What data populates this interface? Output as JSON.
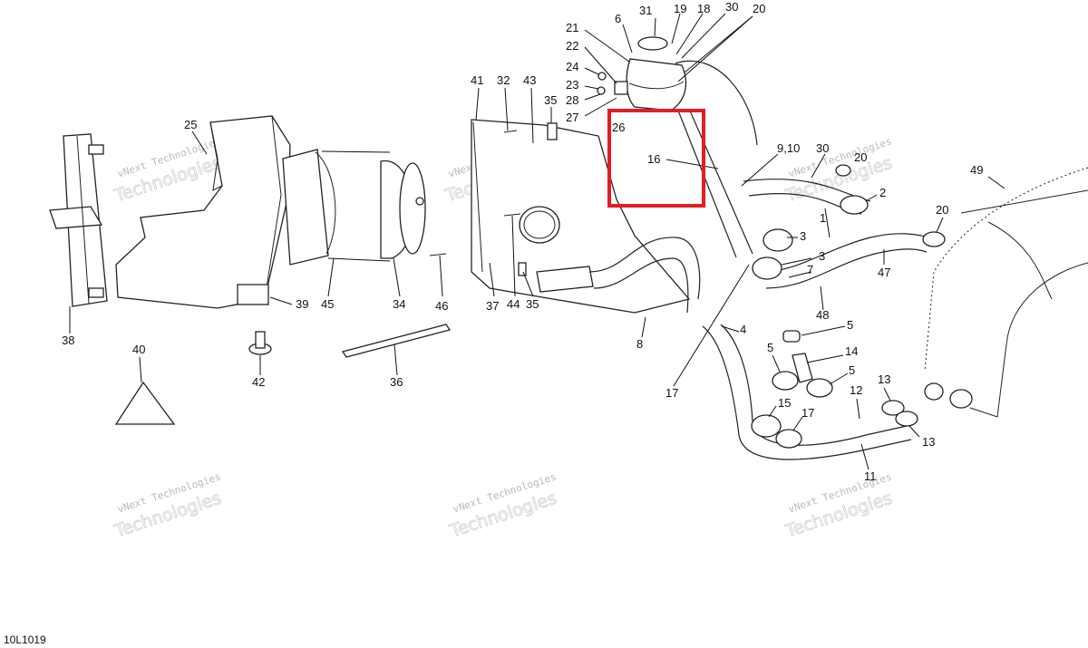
{
  "diagram": {
    "reference_code": "10L1019",
    "watermark": {
      "line1": "vNext Technologies",
      "line2": "Technologies"
    },
    "callouts": [
      {
        "id": "c31",
        "label": "31"
      },
      {
        "id": "c19",
        "label": "19"
      },
      {
        "id": "c18",
        "label": "18"
      },
      {
        "id": "c30a",
        "label": "30"
      },
      {
        "id": "c20a",
        "label": "20"
      },
      {
        "id": "c21",
        "label": "21"
      },
      {
        "id": "c6",
        "label": "6"
      },
      {
        "id": "c22",
        "label": "22"
      },
      {
        "id": "c24",
        "label": "24"
      },
      {
        "id": "c23",
        "label": "23"
      },
      {
        "id": "c28",
        "label": "28"
      },
      {
        "id": "c27",
        "label": "27"
      },
      {
        "id": "c26",
        "label": "26"
      },
      {
        "id": "c16",
        "label": "16"
      },
      {
        "id": "c41",
        "label": "41"
      },
      {
        "id": "c32",
        "label": "32"
      },
      {
        "id": "c43",
        "label": "43"
      },
      {
        "id": "c35a",
        "label": "35"
      },
      {
        "id": "c25",
        "label": "25"
      },
      {
        "id": "c9",
        "label": "9,10"
      },
      {
        "id": "c30b",
        "label": "30"
      },
      {
        "id": "c20b",
        "label": "20"
      },
      {
        "id": "c49",
        "label": "49"
      },
      {
        "id": "c2",
        "label": "2"
      },
      {
        "id": "c1",
        "label": "1"
      },
      {
        "id": "c3a",
        "label": "3"
      },
      {
        "id": "c3b",
        "label": "3"
      },
      {
        "id": "c7",
        "label": "7"
      },
      {
        "id": "c20c",
        "label": "20"
      },
      {
        "id": "c47",
        "label": "47"
      },
      {
        "id": "c48",
        "label": "48"
      },
      {
        "id": "c39",
        "label": "39"
      },
      {
        "id": "c45",
        "label": "45"
      },
      {
        "id": "c34",
        "label": "34"
      },
      {
        "id": "c46",
        "label": "46"
      },
      {
        "id": "c37",
        "label": "37"
      },
      {
        "id": "c44",
        "label": "44"
      },
      {
        "id": "c35b",
        "label": "35"
      },
      {
        "id": "c38",
        "label": "38"
      },
      {
        "id": "c40",
        "label": "40"
      },
      {
        "id": "c42",
        "label": "42"
      },
      {
        "id": "c36",
        "label": "36"
      },
      {
        "id": "c8",
        "label": "8"
      },
      {
        "id": "c4",
        "label": "4"
      },
      {
        "id": "c5a",
        "label": "5"
      },
      {
        "id": "c5b",
        "label": "5"
      },
      {
        "id": "c14",
        "label": "14"
      },
      {
        "id": "c5c",
        "label": "5"
      },
      {
        "id": "c17a",
        "label": "17"
      },
      {
        "id": "c15",
        "label": "15"
      },
      {
        "id": "c17b",
        "label": "17"
      },
      {
        "id": "c12",
        "label": "12"
      },
      {
        "id": "c13a",
        "label": "13"
      },
      {
        "id": "c13b",
        "label": "13"
      },
      {
        "id": "c11",
        "label": "11"
      }
    ]
  }
}
